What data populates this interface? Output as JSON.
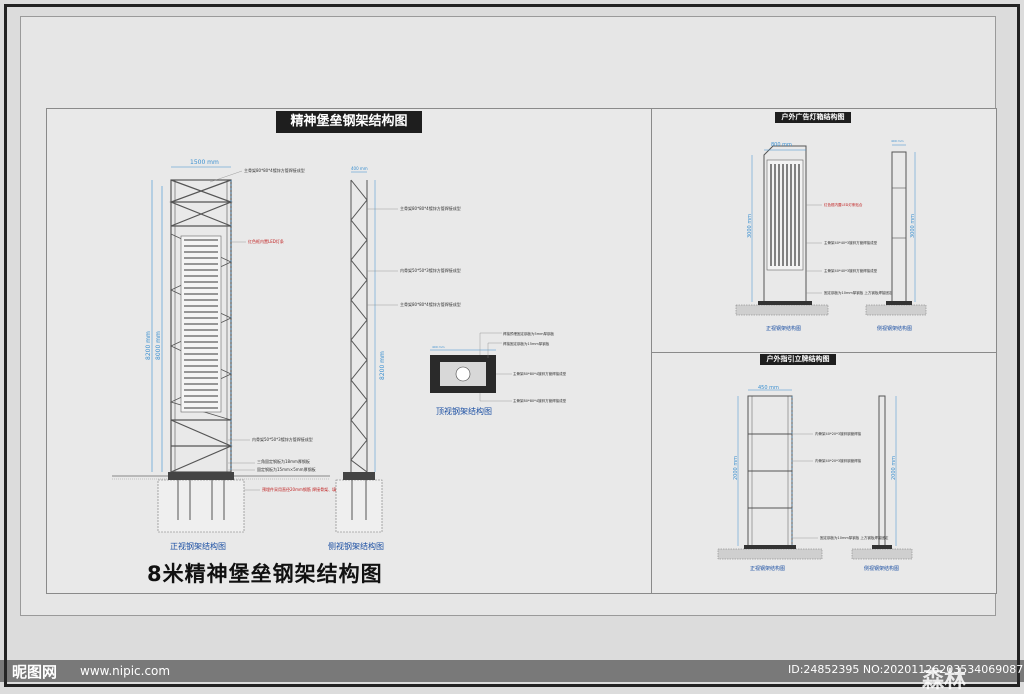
{
  "main": {
    "title": "精神堡垒钢架结构图",
    "big_title": "8米精神堡垒钢架结构图",
    "front_caption": "正视钢架结构图",
    "side_caption": "侧视钢架结构图",
    "top_caption": "顶视钢架结构图",
    "dims": {
      "width": "1500 mm",
      "h1": "8200 mm",
      "h2": "8000 mm",
      "side_w": "400 mm",
      "side_h": "8200 mm",
      "top_w": "400 mm"
    },
    "labels": {
      "main_tube": "主骨架80*80*4镀锌方管焊接成型",
      "red_box": "红色框内置LED灯条",
      "inner": "内骨架50*50*3镀锌方管焊接成型",
      "plate": "三角固定钢板为18mm厚钢板",
      "plate2": "固定钢板为15mm×5mm厚钢板",
      "anchor": "预埋件采用直径20mm钢筋 焊接骨架、填浇灌土",
      "side_main": "主骨架80*80*4镀锌方管焊接成型",
      "side_inner": "内骨架50*50*3镀锌方管焊接成型",
      "side_main2": "主骨架80*80*4镀锌方管焊接成型",
      "top1": "焊接预埋固定钢板为5mm厚钢板",
      "top2": "焊接固定钢板为15mm厚钢板",
      "top3": "主骨架80*80*4镀锌方管焊接成型",
      "top4": "主骨架80*80*4镀锌方管焊接成型"
    }
  },
  "lightbox": {
    "title": "户外广告灯箱结构图",
    "front_caption": "正视钢架结构图",
    "side_caption": "侧视钢架结构图",
    "dims": {
      "w": "800 mm",
      "h": "3000 mm",
      "side_w": "400 mm",
      "side_h": "3000 mm"
    },
    "labels": {
      "red": "红色框内置LED灯条贴合",
      "main": "主骨架40*40*3镀锌方管焊接成型",
      "inner": "主骨架40*40*3镀锌方管焊接成型",
      "plate": "固定钢板为10mm厚钢板 上方钢板焊接固定"
    }
  },
  "guide": {
    "title": "户外指引立牌结构图",
    "front_caption": "正视钢架结构图",
    "side_caption": "侧视钢架结构图",
    "dims": {
      "w": "450 mm",
      "h": "2000 mm",
      "side_h": "2000 mm"
    },
    "labels": {
      "main": "内骨架40*20*3镀锌钢管焊接",
      "inner": "内骨架40*20*3镀锌钢管焊接",
      "plate": "固定钢板为10mm厚钢板 上方钢板焊接固定"
    }
  },
  "watermark": {
    "logo": "昵图网",
    "url": "www.nipic.com",
    "id": "ID:24852395 NO:20201126203534069087",
    "brand": "森林"
  }
}
